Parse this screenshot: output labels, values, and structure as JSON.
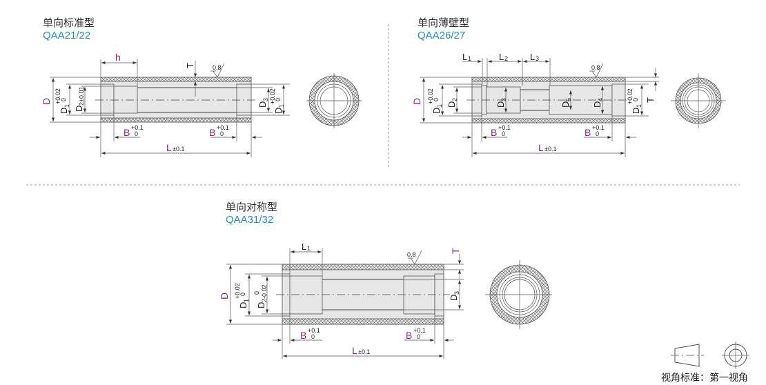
{
  "panels": [
    {
      "title": "单向标准型",
      "model": "QAA21/22"
    },
    {
      "title": "单向薄壁型",
      "model": "QAA26/27"
    },
    {
      "title": "单向对称型",
      "model": "QAA31/32"
    }
  ],
  "labels": {
    "D": "D",
    "D1": "D",
    "sub1": "1",
    "sub2": "2",
    "sub3": "3",
    "sub4": "4",
    "sub5": "5",
    "h": "h",
    "T": "T",
    "B": "B",
    "L": "L",
    "L1": "L",
    "L2": "L",
    "L3": "L",
    "tol_d1_top": "+0.02",
    "tol_zero": "0",
    "tol_d2": "±0.01",
    "tol_d2_sym": "-0.02",
    "tol_b": "+0.1",
    "tol_l": "±0.1",
    "roughness": "0.8"
  },
  "legend": {
    "text": "视角标准：第一视角"
  },
  "colors": {
    "accent": "#8b2a7e",
    "model": "#1f8ccf"
  }
}
